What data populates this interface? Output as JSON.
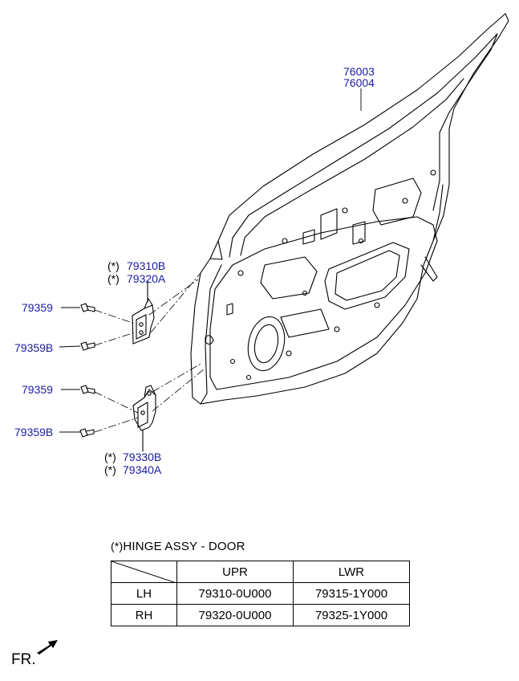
{
  "parts": {
    "door_panel": [
      "76003",
      "76004"
    ],
    "upper_hinge": {
      "marker": "(*)",
      "numbers": [
        "79310B",
        "79320A"
      ]
    },
    "lower_hinge": {
      "marker": "(*)",
      "numbers": [
        "79330B",
        "79340A"
      ]
    },
    "bolts": [
      "79359",
      "79359B",
      "79359",
      "79359B"
    ]
  },
  "note": {
    "marker": "(*)",
    "text": "HINGE ASSY - DOOR"
  },
  "table": {
    "headers": [
      "",
      "UPR",
      "LWR"
    ],
    "rows": [
      {
        "side": "LH",
        "upr": "79310-0U000",
        "lwr": "79315-1Y000"
      },
      {
        "side": "RH",
        "upr": "79320-0U000",
        "lwr": "79325-1Y000"
      }
    ]
  },
  "orientation": {
    "label": "FR.",
    "icon": "front-arrow-icon"
  },
  "colors": {
    "part_label": "#1a1aa6",
    "line": "#000000"
  }
}
